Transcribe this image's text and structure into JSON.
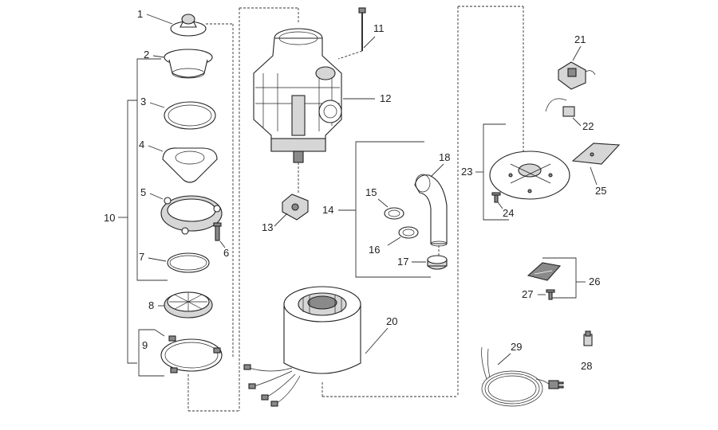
{
  "diagram": {
    "callouts": {
      "c1": "1",
      "c2": "2",
      "c3": "3",
      "c4": "4",
      "c5": "5",
      "c6": "6",
      "c7": "7",
      "c8": "8",
      "c9": "9",
      "c10": "10",
      "c11": "11",
      "c12": "12",
      "c13": "13",
      "c14": "14",
      "c15": "15",
      "c16": "16",
      "c17": "17",
      "c18": "18",
      "c20": "20",
      "c21": "21",
      "c22": "22",
      "c23": "23",
      "c24": "24",
      "c25": "25",
      "c26": "26",
      "c27": "27",
      "c28": "28",
      "c29": "29"
    }
  }
}
